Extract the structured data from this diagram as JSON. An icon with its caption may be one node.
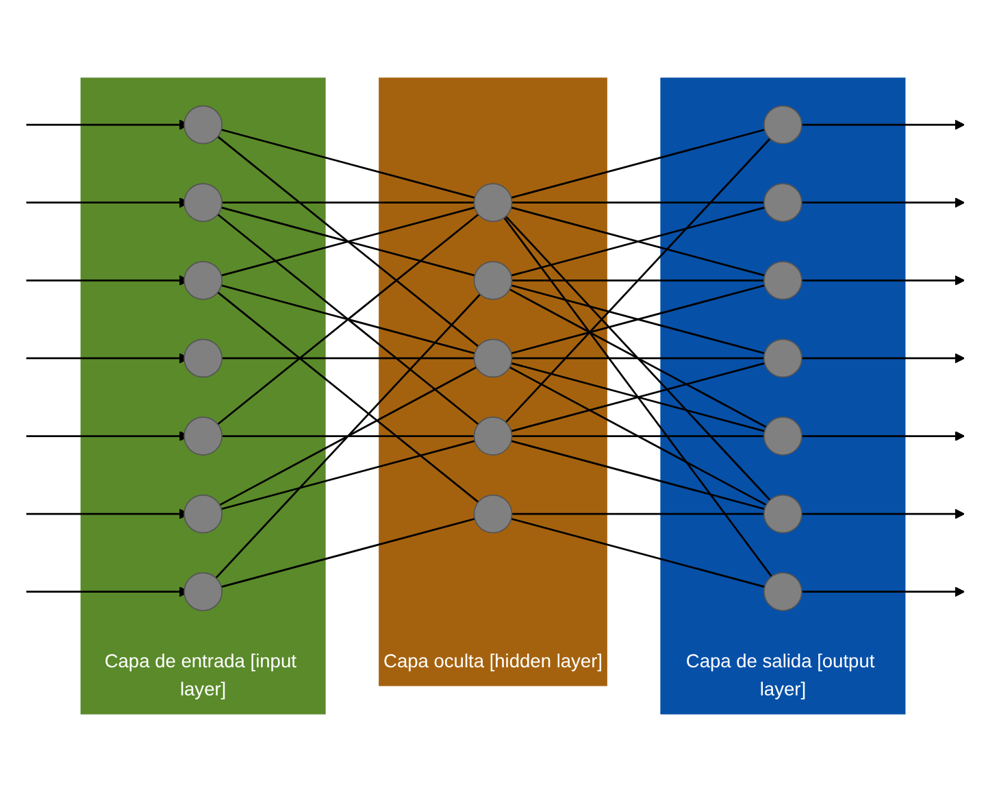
{
  "diagram": {
    "nodes": [
      {
        "text": [
          "Capa de entrada [input layer]"
        ]
      },
      {
        "text": [],
        "shape": "circle",
        "in": 0
      },
      {
        "text": [],
        "shape": "circle",
        "in": 0
      },
      {
        "text": [],
        "shape": "circle",
        "in": 0
      },
      {
        "text": [],
        "shape": "circle",
        "in": 0
      },
      {
        "text": [],
        "shape": "circle",
        "in": 0
      },
      {
        "text": [],
        "shape": "circle",
        "in": 0
      },
      {
        "text": [],
        "shape": "circle",
        "in": 0
      },
      {
        "text": [
          "Capa oculta [hidden layer]"
        ]
      },
      {
        "text": [],
        "shape": "circle",
        "in": 8
      },
      {
        "text": [],
        "shape": "circle",
        "in": 8
      },
      {
        "text": [],
        "shape": "circle",
        "in": 8
      },
      {
        "text": [],
        "shape": "circle",
        "in": 8
      },
      {
        "text": [],
        "shape": "circle",
        "in": 8
      },
      {
        "text": [
          "Capa de salida [output layer]"
        ]
      },
      {
        "text": [],
        "shape": "circle",
        "in": 14
      },
      {
        "text": [],
        "shape": "circle",
        "in": 14
      },
      {
        "text": [],
        "shape": "circle",
        "in": 14
      },
      {
        "text": [],
        "shape": "circle",
        "in": 14
      },
      {
        "text": [],
        "shape": "circle",
        "in": 14
      },
      {
        "text": [],
        "shape": "circle",
        "in": 14
      },
      {
        "text": [],
        "shape": "circle",
        "in": 14
      }
    ],
    "edges": [
      {
        "from": null,
        "to": 1,
        "arrow": "to"
      },
      {
        "from": null,
        "to": 2,
        "arrow": "to"
      },
      {
        "from": null,
        "to": 3,
        "arrow": "to"
      },
      {
        "from": null,
        "to": 4,
        "arrow": "to"
      },
      {
        "from": null,
        "to": 5,
        "arrow": "to"
      },
      {
        "from": null,
        "to": 6,
        "arrow": "to"
      },
      {
        "from": null,
        "to": 7,
        "arrow": "to"
      },
      {
        "from": 1,
        "to": 9,
        "arrow": "none"
      },
      {
        "from": 1,
        "to": 11,
        "arrow": "none"
      },
      {
        "from": 2,
        "to": 9,
        "arrow": "none"
      },
      {
        "from": 2,
        "to": 10,
        "arrow": "none"
      },
      {
        "from": 2,
        "to": 12,
        "arrow": "none"
      },
      {
        "from": 3,
        "to": 9,
        "arrow": "none"
      },
      {
        "from": 3,
        "to": 11,
        "arrow": "none"
      },
      {
        "from": 3,
        "to": 13,
        "arrow": "none"
      },
      {
        "from": 4,
        "to": 11,
        "arrow": "none"
      },
      {
        "from": 5,
        "to": 9,
        "arrow": "none"
      },
      {
        "from": 5,
        "to": 12,
        "arrow": "none"
      },
      {
        "from": 6,
        "to": 11,
        "arrow": "none"
      },
      {
        "from": 6,
        "to": 12,
        "arrow": "none"
      },
      {
        "from": 7,
        "to": 10,
        "arrow": "none"
      },
      {
        "from": 7,
        "to": 13,
        "arrow": "none"
      },
      {
        "from": 9,
        "to": 15,
        "arrow": "none"
      },
      {
        "from": 9,
        "to": 16,
        "arrow": "none"
      },
      {
        "from": 9,
        "to": 17,
        "arrow": "none"
      },
      {
        "from": 9,
        "to": 20,
        "arrow": "none"
      },
      {
        "from": 9,
        "to": 21,
        "arrow": "none"
      },
      {
        "from": 10,
        "to": 16,
        "arrow": "none"
      },
      {
        "from": 10,
        "to": 17,
        "arrow": "none"
      },
      {
        "from": 10,
        "to": 18,
        "arrow": "none"
      },
      {
        "from": 10,
        "to": 19,
        "arrow": "none"
      },
      {
        "from": 11,
        "to": 17,
        "arrow": "none"
      },
      {
        "from": 11,
        "to": 18,
        "arrow": "none"
      },
      {
        "from": 11,
        "to": 19,
        "arrow": "none"
      },
      {
        "from": 11,
        "to": 20,
        "arrow": "none"
      },
      {
        "from": 12,
        "to": 15,
        "arrow": "none"
      },
      {
        "from": 12,
        "to": 18,
        "arrow": "none"
      },
      {
        "from": 12,
        "to": 19,
        "arrow": "none"
      },
      {
        "from": 12,
        "to": 20,
        "arrow": "none"
      },
      {
        "from": 13,
        "to": 20,
        "arrow": "none"
      },
      {
        "from": 13,
        "to": 21,
        "arrow": "none"
      },
      {
        "from": 15,
        "to": null,
        "arrow": "to"
      },
      {
        "from": 16,
        "to": null,
        "arrow": "to"
      },
      {
        "from": 17,
        "to": null,
        "arrow": "to"
      },
      {
        "from": 18,
        "to": null,
        "arrow": "to"
      },
      {
        "from": 19,
        "to": null,
        "arrow": "to"
      },
      {
        "from": 20,
        "to": null,
        "arrow": "to"
      },
      {
        "from": 21,
        "to": null,
        "arrow": "to"
      }
    ]
  }
}
